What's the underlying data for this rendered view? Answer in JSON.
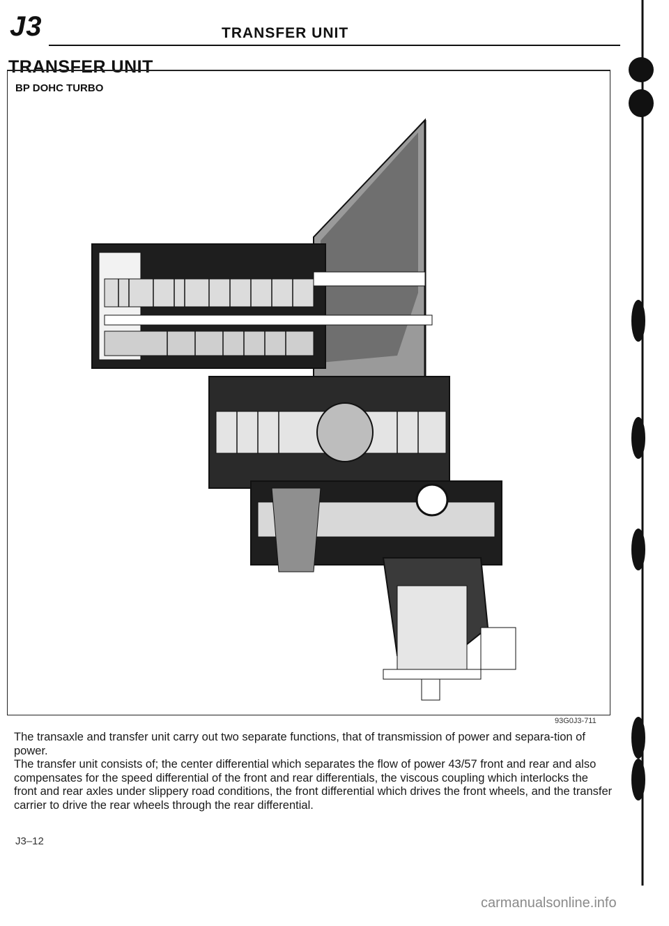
{
  "header": {
    "section_code": "J3",
    "title": "TRANSFER UNIT"
  },
  "section_title": "TRANSFER UNIT",
  "figure": {
    "subheading": "BP DOHC TURBO",
    "code": "93G0J3-711"
  },
  "body": {
    "paragraphs": [
      "The transaxle and transfer unit carry out two separate functions, that of transmission of power and separa-tion of power.",
      "The transfer unit consists of; the center differential which separates the flow of power 43/57 front and rear and also compensates for the speed differential of the front and rear differentials, the viscous coupling which interlocks the front and rear axles under slippery road conditions, the front differential which drives the front wheels, and the transfer carrier to drive the rear wheels through the rear differential."
    ]
  },
  "footer": {
    "page_number": "J3–12",
    "watermark": "carmanualsonline.info"
  }
}
